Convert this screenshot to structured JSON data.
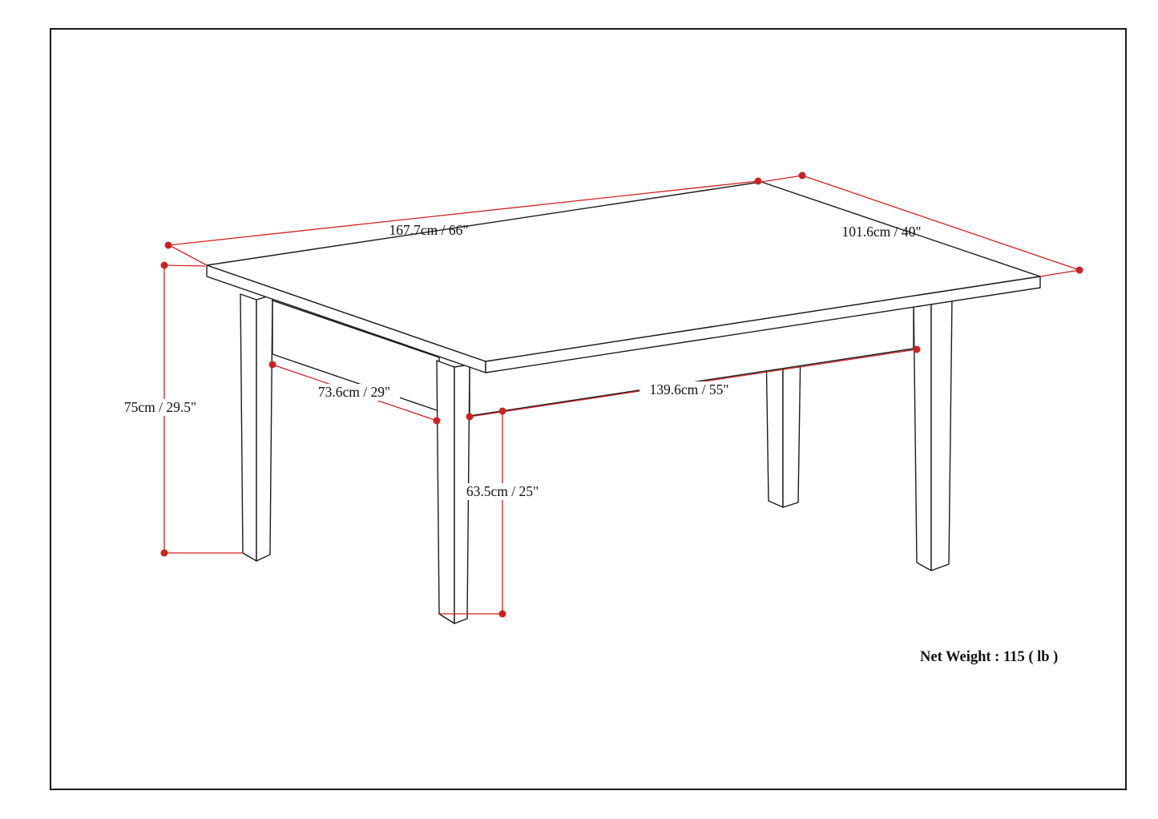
{
  "page": {
    "background_color": "#ffffff",
    "border_color": "#1a1a1a"
  },
  "diagram": {
    "type": "furniture-dimension-diagram",
    "subject": "dining-table",
    "table_line_color": "#1a1a1a",
    "dimension_line_color": "#cc2222",
    "dimensions": {
      "length": {
        "label": "167.7cm / 66\""
      },
      "depth": {
        "label": "101.6cm / 40\""
      },
      "height": {
        "label": "75cm / 29.5\""
      },
      "leg_spacing_depth": {
        "label": "73.6cm / 29\""
      },
      "leg_spacing_length": {
        "label": "139.6cm / 55\""
      },
      "apron_clearance": {
        "label": "63.5cm / 25\""
      }
    },
    "net_weight": "Net Weight : 115 ( lb )"
  }
}
